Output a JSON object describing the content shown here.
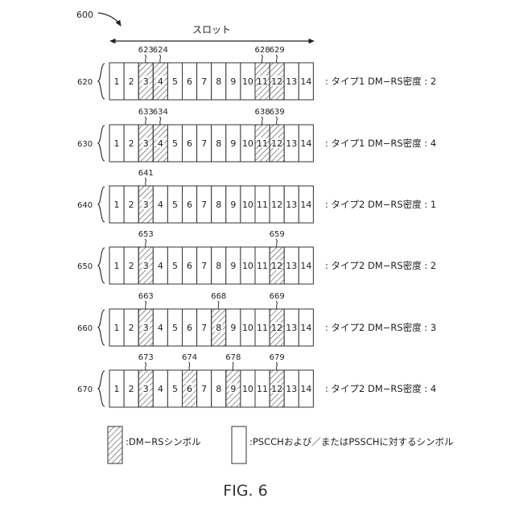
{
  "figure_number": "600",
  "slot_label": "スロット",
  "fig_caption": "FIG. 6",
  "rows": [
    {
      "ref": "620",
      "desc": ": タイプ1  DM−RS密度 : 2",
      "hatched": [
        3,
        4,
        11,
        12
      ],
      "callouts": [
        {
          "col": 3,
          "text": "623"
        },
        {
          "col": 4,
          "text": "624"
        },
        {
          "col": 11,
          "text": "628"
        },
        {
          "col": 12,
          "text": "629"
        }
      ]
    },
    {
      "ref": "630",
      "desc": ": タイプ1  DM−RS密度 : 4",
      "hatched": [
        3,
        4,
        11,
        12
      ],
      "callouts": [
        {
          "col": 3,
          "text": "633"
        },
        {
          "col": 4,
          "text": "634"
        },
        {
          "col": 11,
          "text": "638"
        },
        {
          "col": 12,
          "text": "639"
        }
      ]
    },
    {
      "ref": "640",
      "desc": ": タイプ2  DM−RS密度 : 1",
      "hatched": [
        3
      ],
      "callouts": [
        {
          "col": 3,
          "text": "641"
        }
      ]
    },
    {
      "ref": "650",
      "desc": ": タイプ2  DM−RS密度 : 2",
      "hatched": [
        3,
        12
      ],
      "callouts": [
        {
          "col": 3,
          "text": "653"
        },
        {
          "col": 12,
          "text": "659"
        }
      ]
    },
    {
      "ref": "660",
      "desc": ": タイプ2  DM−RS密度 : 3",
      "hatched": [
        3,
        8,
        12
      ],
      "callouts": [
        {
          "col": 3,
          "text": "663"
        },
        {
          "col": 8,
          "text": "668"
        },
        {
          "col": 12,
          "text": "669"
        }
      ]
    },
    {
      "ref": "670",
      "desc": ": タイプ2  DM−RS密度 : 4",
      "hatched": [
        3,
        6,
        9,
        12
      ],
      "callouts": [
        {
          "col": 3,
          "text": "673"
        },
        {
          "col": 6,
          "text": "674"
        },
        {
          "col": 9,
          "text": "678"
        },
        {
          "col": 12,
          "text": "679"
        }
      ]
    }
  ],
  "legend": {
    "dmrs_label": ":DM−RSシンボル",
    "pscch_label": ":PSCCHおよび／またはPSSCHに対するシンボル"
  }
}
